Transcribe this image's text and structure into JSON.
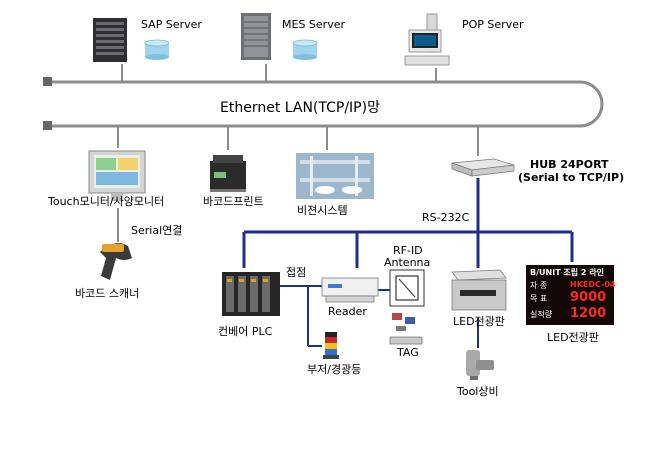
{
  "network": {
    "bus_label": "Ethernet LAN(TCP/IP)망",
    "serial_label": "RS-232C"
  },
  "servers": {
    "sap": "SAP Server",
    "mes": "MES Server",
    "pop": "POP Server"
  },
  "devices": {
    "touch_monitor": "Touch모니터/사양모니터",
    "serial_link": "Serial연결",
    "barcode_scanner": "바코드 스캐너",
    "barcode_printer": "바코드프린트",
    "vision_system": "비젼시스템",
    "hub_line1": "HUB 24PORT",
    "hub_line2": "(Serial to TCP/IP)",
    "plc": "컨베어 PLC",
    "contact": "접점",
    "reader": "Reader",
    "buzzer": "부저/경광등",
    "rfid_line1": "RF-ID",
    "rfid_line2": "Antenna",
    "tag": "TAG",
    "led_board_1": "LED전광판",
    "led_board_2": "LED전광판",
    "tool": "Tool상비"
  },
  "led_display": {
    "header": "B/UNIT 조립 2 라인",
    "rows": [
      {
        "label": "자  종",
        "value": "HKEDC-04"
      },
      {
        "label": "목  표",
        "value": "9000"
      },
      {
        "label": "실적량",
        "value": "1200"
      }
    ]
  },
  "colors": {
    "bus_line": "#8c8c8c",
    "serial_line": "#1f2f8f",
    "led_text": "#ff2a1a"
  }
}
